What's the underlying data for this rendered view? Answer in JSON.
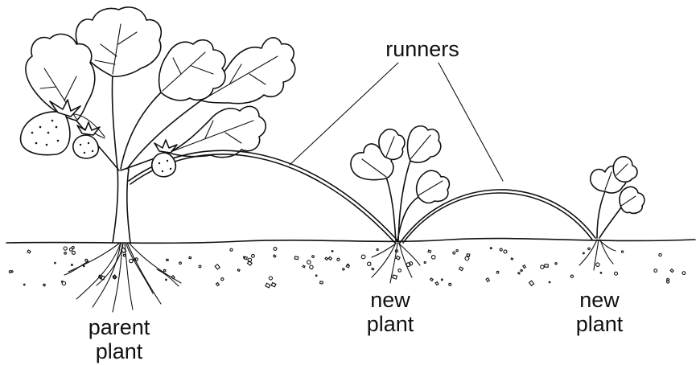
{
  "labels": {
    "runners": "runners",
    "parent_plant": [
      "parent",
      "plant"
    ],
    "new_plant_1": [
      "new",
      "plant"
    ],
    "new_plant_2": [
      "new",
      "plant"
    ]
  },
  "colors": {
    "ink": "#111111",
    "background": "#ffffff"
  }
}
